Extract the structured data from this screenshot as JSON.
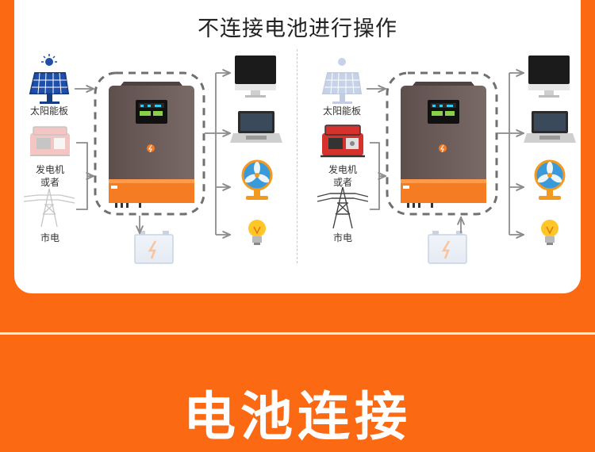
{
  "page": {
    "top_title": "不连接电池进行操作",
    "bottom_title": "电池连接"
  },
  "left_diagram": {
    "solar_label": "太阳能板",
    "generator_label_line1": "发电机",
    "generator_label_line2": "或者",
    "grid_label": "市电"
  },
  "right_diagram": {
    "solar_label": "太阳能板",
    "generator_label_line1": "发电机",
    "generator_label_line2": "或者",
    "grid_label": "市电"
  },
  "colors": {
    "background": "#fb6a12",
    "card": "#ffffff",
    "inverter_body": "#6b5a57",
    "inverter_accent": "#f57c22",
    "arrow": "#8c8c8c"
  },
  "icons": [
    "solar-panel-icon",
    "generator-icon",
    "power-tower-icon",
    "inverter-icon",
    "battery-icon",
    "monitor-icon",
    "laptop-icon",
    "fan-icon",
    "light-bulb-icon"
  ]
}
